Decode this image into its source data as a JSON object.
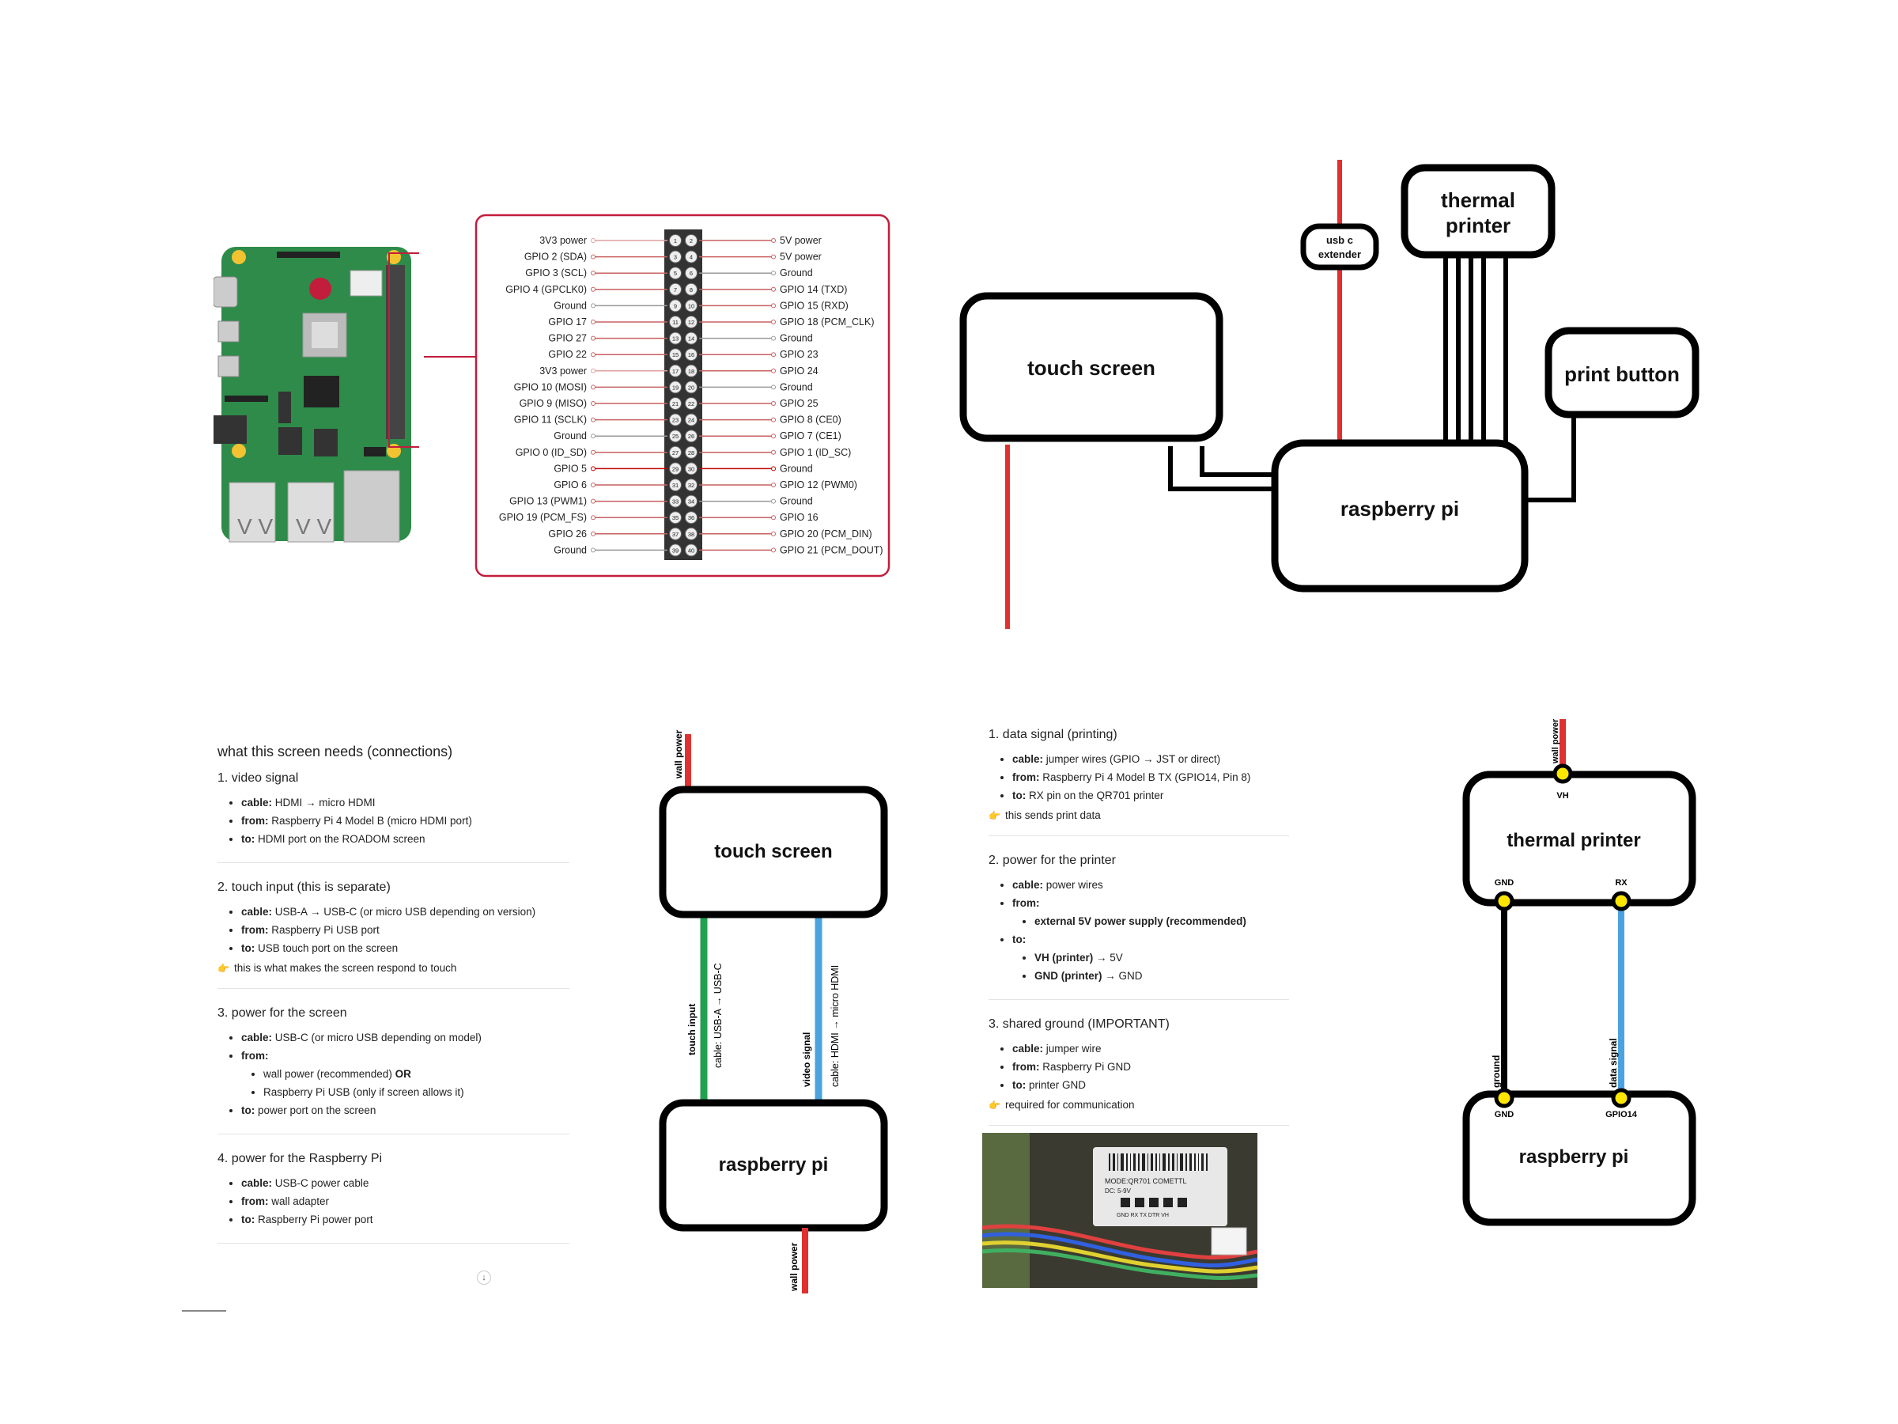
{
  "pinout": {
    "left": [
      "3V3 power",
      "GPIO 2 (SDA)",
      "GPIO 3 (SCL)",
      "GPIO 4 (GPCLK0)",
      "Ground",
      "GPIO 17",
      "GPIO 27",
      "GPIO 22",
      "3V3 power",
      "GPIO 10 (MOSI)",
      "GPIO 9 (MISO)",
      "GPIO 11 (SCLK)",
      "Ground",
      "GPIO 0 (ID_SD)",
      "GPIO 5",
      "GPIO 6",
      "GPIO 13 (PWM1)",
      "GPIO 19 (PCM_FS)",
      "GPIO 26",
      "Ground"
    ],
    "right": [
      "5V power",
      "5V power",
      "Ground",
      "GPIO 14 (TXD)",
      "GPIO 15 (RXD)",
      "GPIO 18 (PCM_CLK)",
      "Ground",
      "GPIO 23",
      "GPIO 24",
      "Ground",
      "GPIO 25",
      "GPIO 8 (CE0)",
      "GPIO 7 (CE1)",
      "GPIO 1 (ID_SC)",
      "Ground",
      "GPIO 12 (PWM0)",
      "Ground",
      "GPIO 16",
      "GPIO 20 (PCM_DIN)",
      "GPIO 21 (PCM_DOUT)"
    ],
    "left_colors": [
      "#e0a0a0",
      "#c86060",
      "#c86060",
      "#c86060",
      "#999",
      "#c86060",
      "#c86060",
      "#c86060",
      "#e0a0a0",
      "#c86060",
      "#c86060",
      "#c86060",
      "#999",
      "#c86060",
      "#c00000",
      "#c86060",
      "#c86060",
      "#c86060",
      "#c86060",
      "#999"
    ],
    "right_colors": [
      "#c86060",
      "#c86060",
      "#999",
      "#c86060",
      "#c86060",
      "#c86060",
      "#999",
      "#c86060",
      "#c86060",
      "#999",
      "#c86060",
      "#c86060",
      "#c86060",
      "#c86060",
      "#c00000",
      "#c86060",
      "#999",
      "#c86060",
      "#c86060",
      "#c86060"
    ]
  },
  "diagram1": {
    "touch_screen": "touch screen",
    "usb_c_line1": "usb c",
    "usb_c_line2": "extender",
    "thermal_line1": "thermal",
    "thermal_line2": "printer",
    "print_button": "print button",
    "raspberry_pi": "raspberry pi"
  },
  "notes": {
    "title": "what this screen needs (connections)",
    "sections": [
      {
        "heading": "1. video signal",
        "items": [
          {
            "b": "cable:",
            "t": " HDMI → micro HDMI"
          },
          {
            "b": "from:",
            "t": " Raspberry Pi 4 Model B (micro HDMI port)"
          },
          {
            "b": "to:",
            "t": " HDMI port on the ROADOM screen"
          }
        ]
      },
      {
        "heading": "2. touch input (this is separate)",
        "items": [
          {
            "b": "cable:",
            "t": " USB-A → USB-C (or micro USB depending on version)"
          },
          {
            "b": "from:",
            "t": " Raspberry Pi USB port"
          },
          {
            "b": "to:",
            "t": " USB touch port on the screen"
          }
        ],
        "tip": "this is what makes the screen respond to touch"
      },
      {
        "heading": "3. power for the screen",
        "items": [
          {
            "b": "cable:",
            "t": " USB-C (or micro USB depending on model)"
          },
          {
            "b": "from:",
            "t": ""
          }
        ],
        "sub": [
          {
            "t": "wall power (recommended) ",
            "b": "OR"
          },
          {
            "t": "Raspberry Pi USB (only if screen allows it)",
            "b": ""
          }
        ],
        "items2": [
          {
            "b": "to:",
            "t": " power port on the screen"
          }
        ]
      },
      {
        "heading": "4. power for the Raspberry Pi",
        "items": [
          {
            "b": "cable:",
            "t": " USB-C power cable"
          },
          {
            "b": "from:",
            "t": " wall adapter"
          },
          {
            "b": "to:",
            "t": " Raspberry Pi power port"
          }
        ]
      }
    ]
  },
  "diagram2": {
    "wall_power_top": "wall power",
    "touch_screen": "touch screen",
    "touch_input": "touch input",
    "touch_cable": "cable: USB-A → USB-C",
    "video_signal": "video signal",
    "video_cable": "cable: HDMI → micro HDMI",
    "raspberry_pi": "raspberry pi",
    "wall_power_bottom": "wall power"
  },
  "printer_notes": {
    "sections": [
      {
        "heading": "1. data signal (printing)",
        "items": [
          {
            "b": "cable:",
            "t": " jumper wires (GPIO → JST or direct)"
          },
          {
            "b": "from:",
            "t": " Raspberry Pi 4 Model B TX (GPIO14, Pin 8)"
          },
          {
            "b": "to:",
            "t": " RX pin on the QR701 printer"
          }
        ],
        "tip": "this sends print data"
      },
      {
        "heading": "2. power for the printer",
        "items": [
          {
            "b": "cable:",
            "t": " power wires"
          },
          {
            "b": "from:",
            "t": ""
          }
        ],
        "sub": [
          {
            "b": "external 5V power supply (recommended)",
            "t": ""
          }
        ],
        "items2": [
          {
            "b": "to:",
            "t": ""
          }
        ],
        "sub2": [
          {
            "b": "VH (printer)",
            "t": " → 5V"
          },
          {
            "b": "GND (printer)",
            "t": " → GND"
          }
        ]
      },
      {
        "heading": "3. shared ground (IMPORTANT)",
        "items": [
          {
            "b": "cable:",
            "t": " jumper wire"
          },
          {
            "b": "from:",
            "t": " Raspberry Pi GND"
          },
          {
            "b": "to:",
            "t": " printer GND"
          }
        ],
        "tip": "required for communication"
      }
    ]
  },
  "photo": {
    "label_line1": "MODE:QR701   COMETTL",
    "label_line2": "DC: 5-9V",
    "pins": "GND RX TX DTR VH"
  },
  "diagram3": {
    "wall_power": "wall power",
    "vh": "VH",
    "thermal_printer": "thermal printer",
    "gnd_top": "GND",
    "rx": "RX",
    "ground": "ground",
    "data_signal": "data signal",
    "gnd_bottom": "GND",
    "gpio14": "GPIO14",
    "raspberry_pi": "raspberry pi"
  },
  "colors": {
    "red": "#e03030",
    "green": "#22a050",
    "blue": "#4aa3df",
    "yellow": "#ffe600",
    "board_green": "#2e8b4a"
  }
}
